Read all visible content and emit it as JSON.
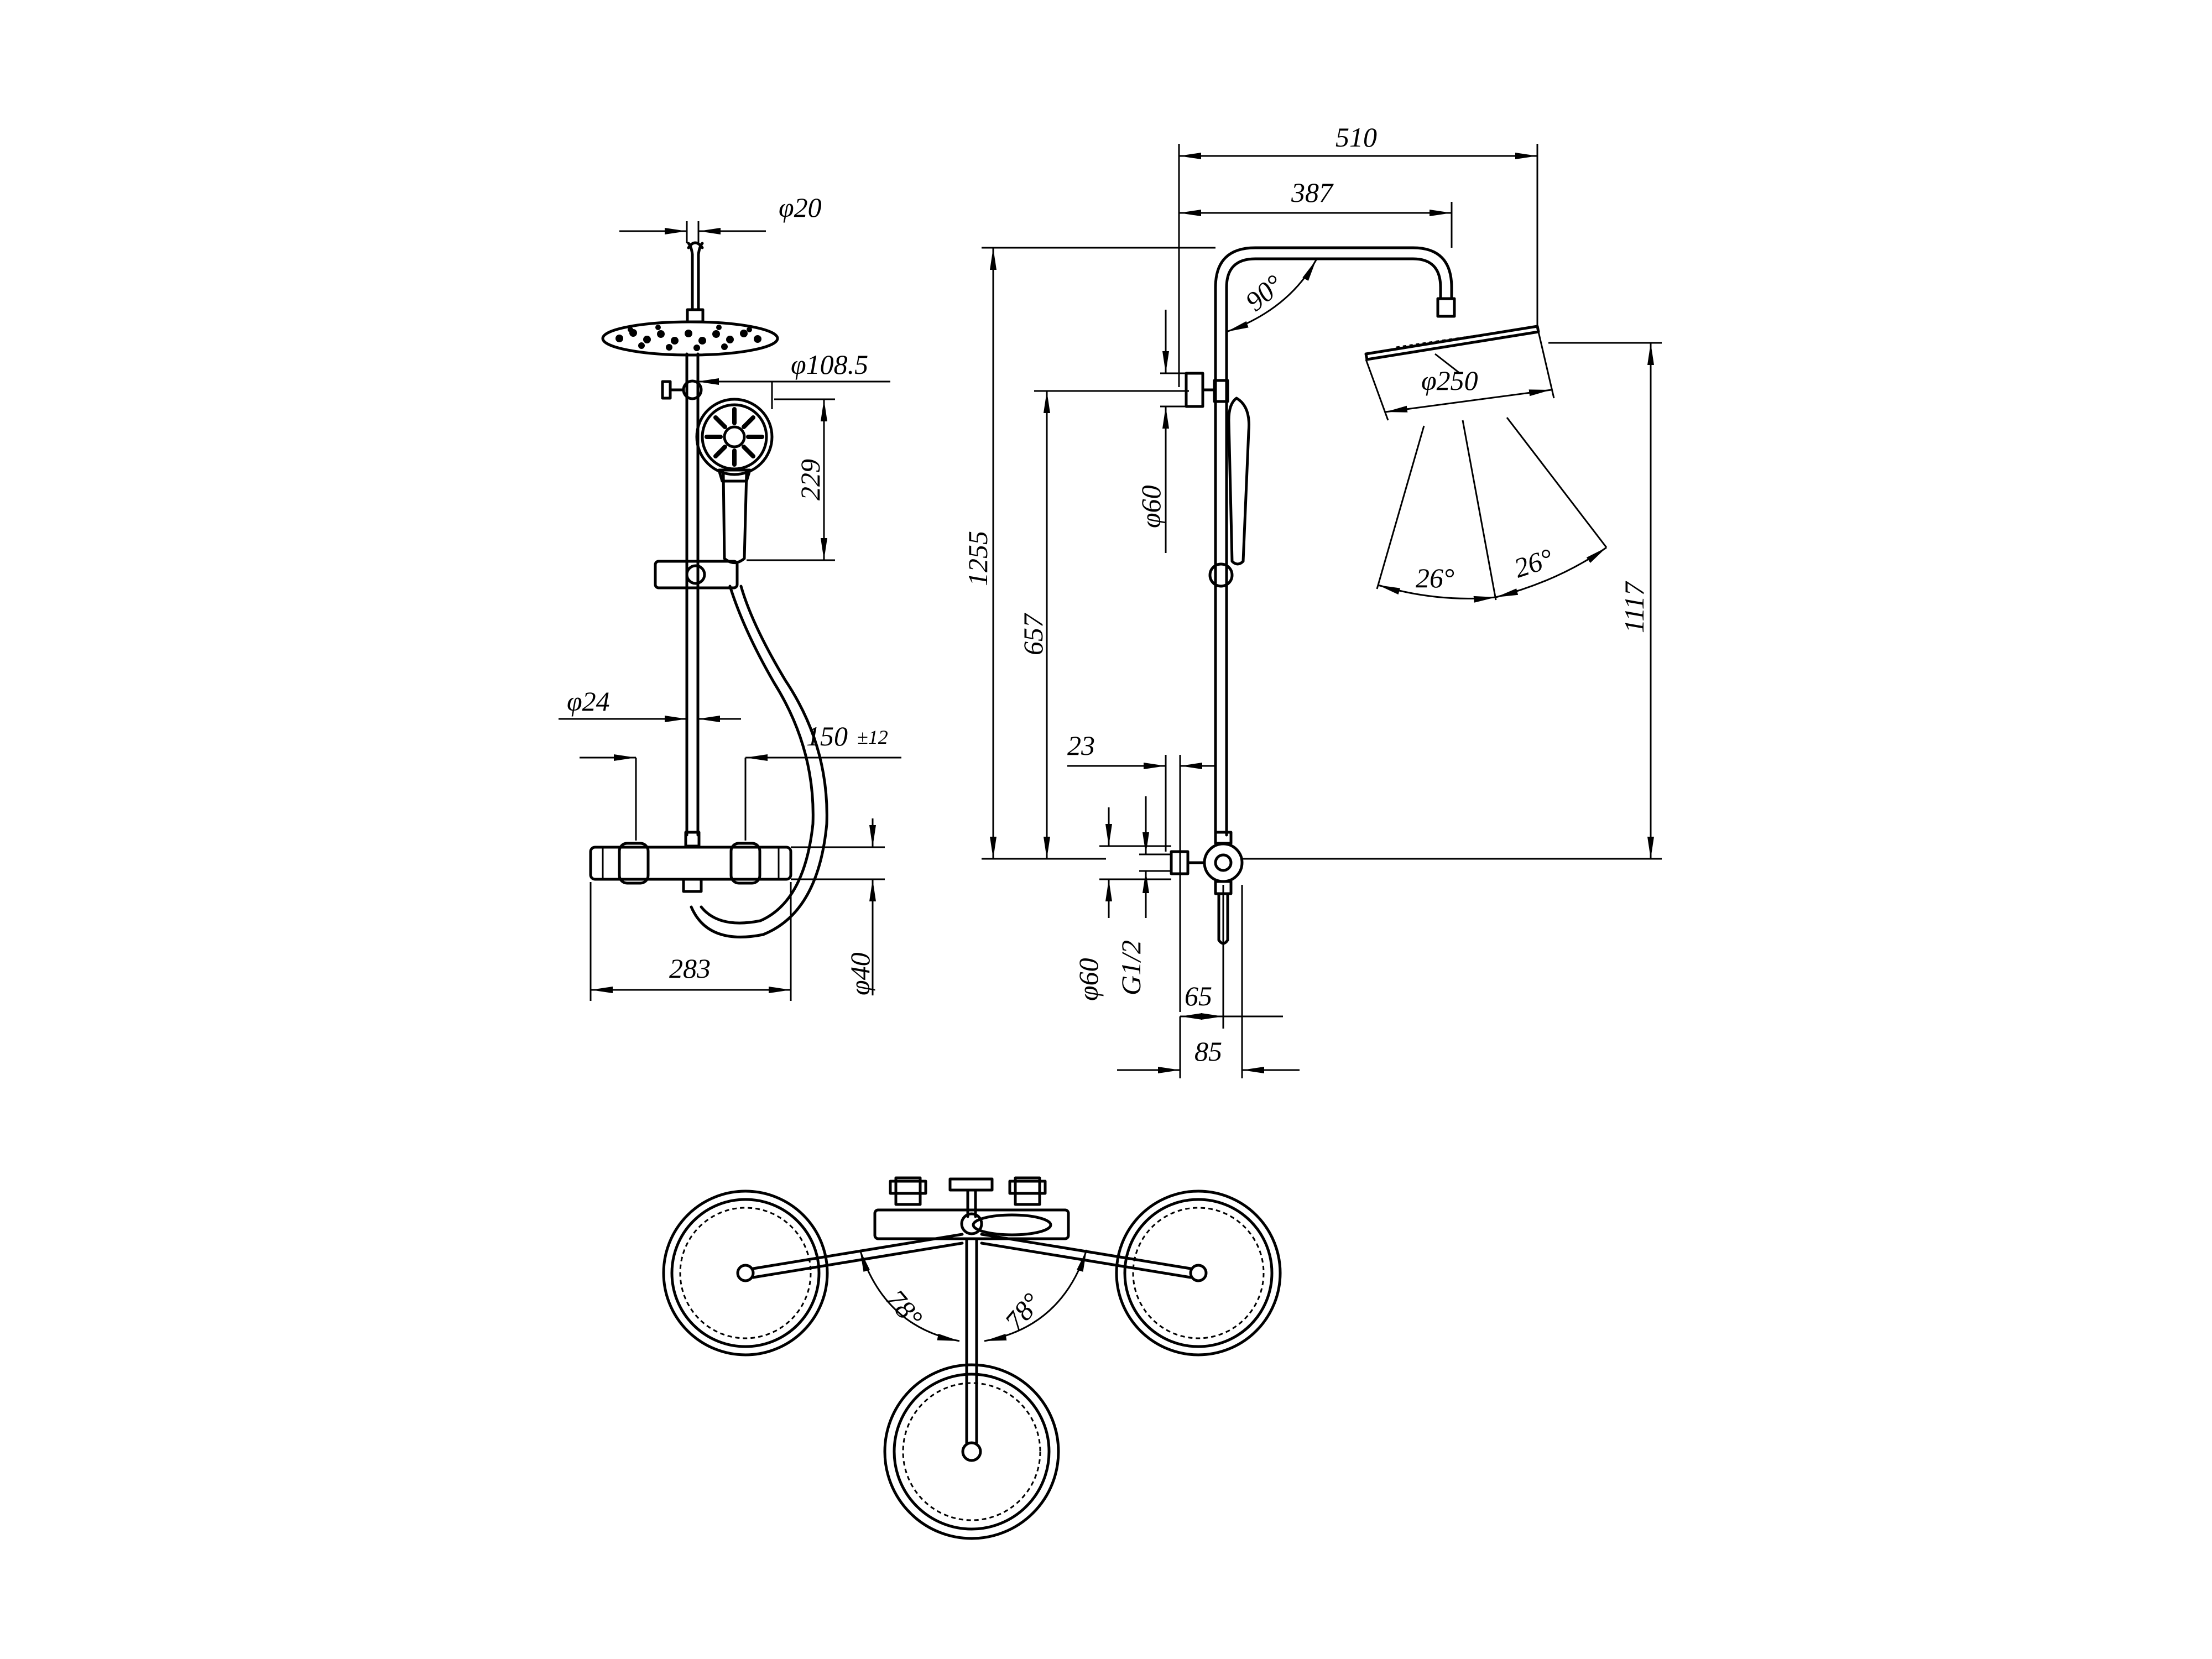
{
  "front": {
    "phi20": "φ20",
    "phi108_5": "φ108.5",
    "d229": "229",
    "phi24": "φ24",
    "d150": "150",
    "d150_tol": "±12",
    "phi40": "φ40",
    "d283": "283"
  },
  "side": {
    "d510": "510",
    "d387": "387",
    "a90": "90°",
    "phi250": "φ250",
    "a26_left": "26°",
    "a26_right": "26°",
    "d1255": "1255",
    "d657": "657",
    "phi60_upper": "φ60",
    "d1117": "1117",
    "d23": "23",
    "phi60_lower": "φ60",
    "g12": "G1/2",
    "d65": "65",
    "d85": "85"
  },
  "top": {
    "a78_left": "78°",
    "a78_right": "78°"
  }
}
